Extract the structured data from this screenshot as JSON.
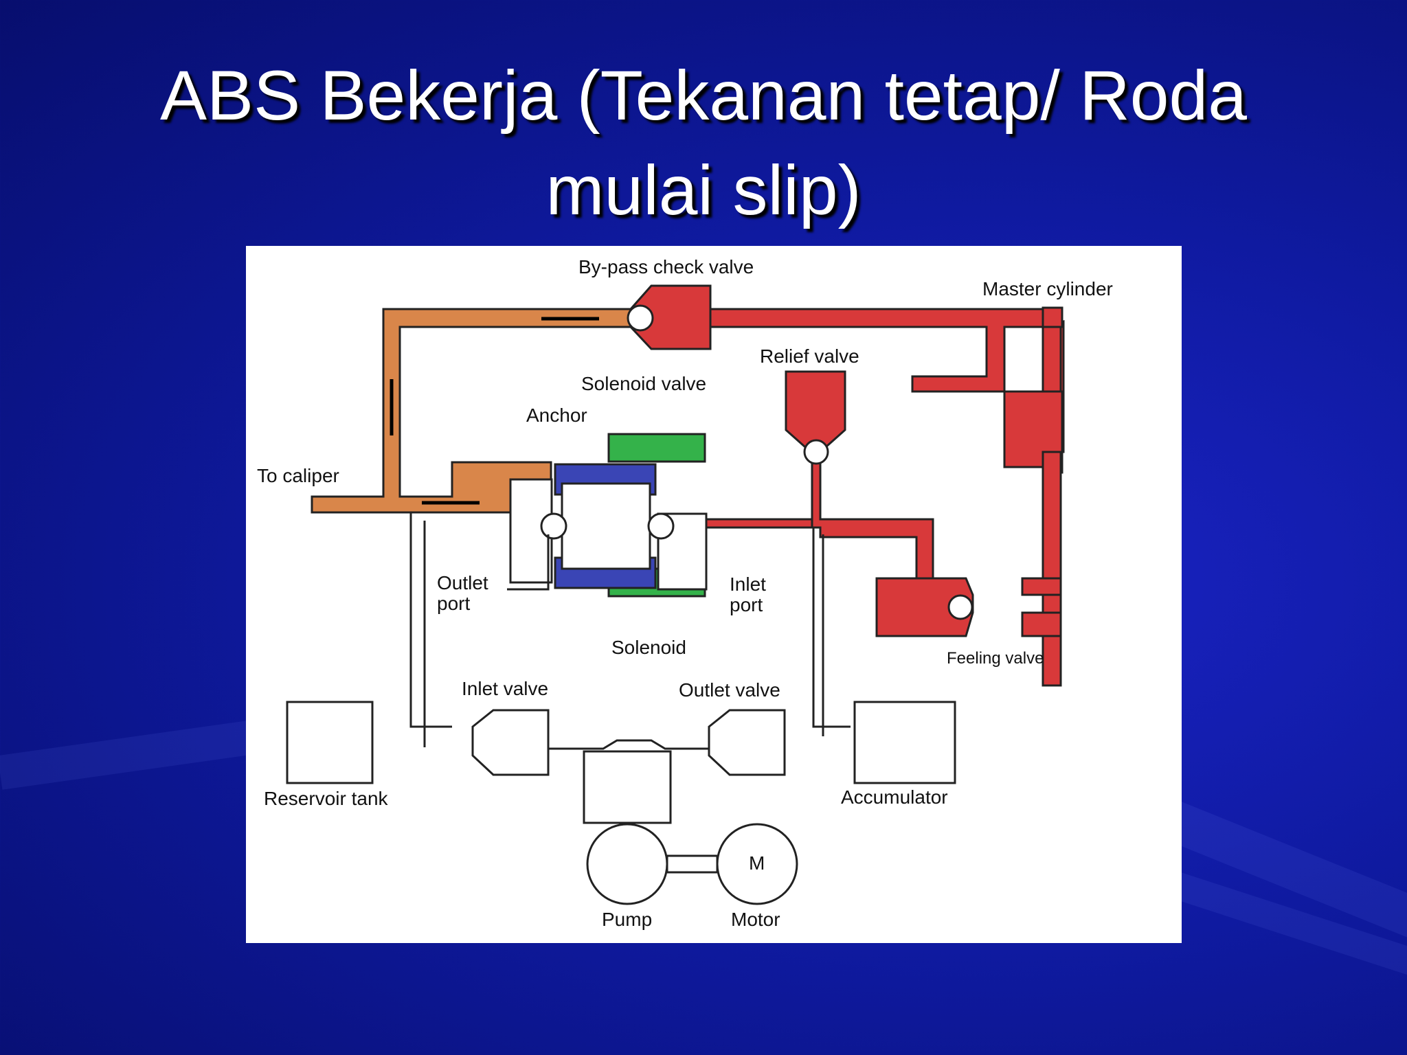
{
  "slide": {
    "title_line1": "ABS Bekerja (Tekanan tetap/ Roda",
    "title_line2": "mulai slip)"
  },
  "diagram": {
    "labels": {
      "bypass_check_valve": "By-pass check valve",
      "master_cylinder": "Master cylinder",
      "relief_valve": "Relief valve",
      "solenoid_valve": "Solenoid valve",
      "anchor": "Anchor",
      "to_caliper": "To caliper",
      "outlet_port_1": "Outlet",
      "outlet_port_2": "port",
      "inlet_port_1": "Inlet",
      "inlet_port_2": "port",
      "solenoid": "Solenoid",
      "feeling_valve": "Feeling valve",
      "inlet_valve": "Inlet valve",
      "outlet_valve": "Outlet valve",
      "reservoir_tank": "Reservoir tank",
      "accumulator": "Accumulator",
      "pump": "Pump",
      "motor": "Motor",
      "motor_symbol": "M"
    },
    "colors": {
      "high_pressure": "#d8393a",
      "held_pressure": "#d9864a",
      "solenoid_coil": "#34b24a",
      "anchor": "#3a45b5",
      "line": "#222222"
    }
  }
}
